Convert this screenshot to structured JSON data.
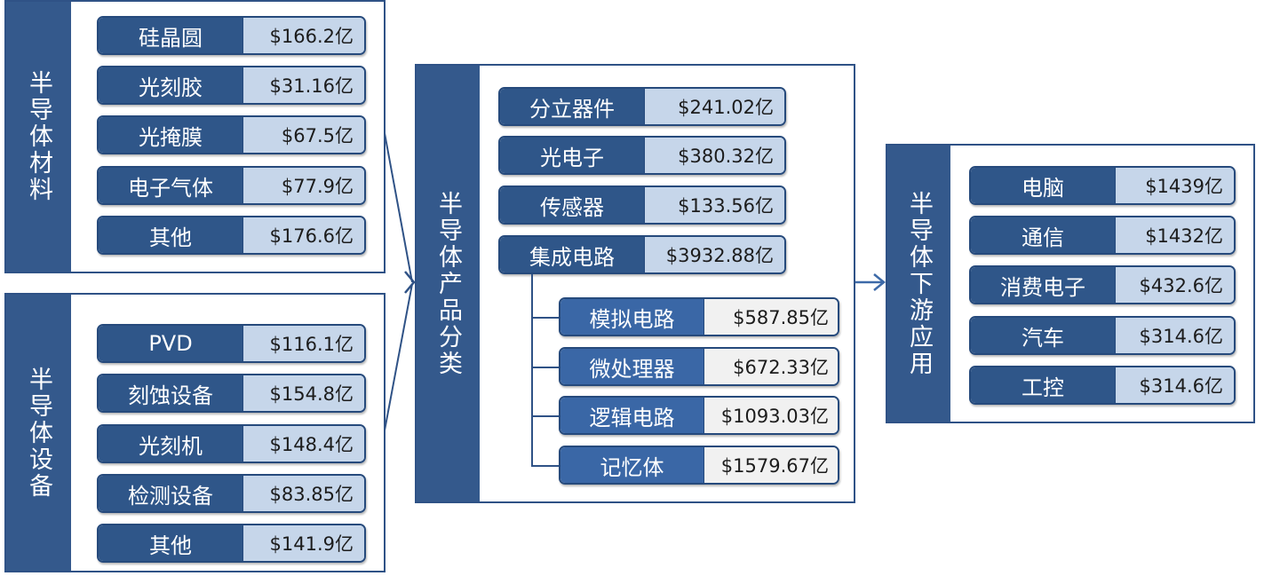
{
  "materials": {
    "title": "半导体材料",
    "items": [
      {
        "label": "硅晶圆",
        "value": "$166.2亿"
      },
      {
        "label": "光刻胶",
        "value": "$31.16亿"
      },
      {
        "label": "光掩膜",
        "value": "$67.5亿"
      },
      {
        "label": "电子气体",
        "value": "$77.9亿"
      },
      {
        "label": "其他",
        "value": "$176.6亿"
      }
    ]
  },
  "equipment": {
    "title": "半导体设备",
    "items": [
      {
        "label": "PVD",
        "value": "$116.1亿"
      },
      {
        "label": "刻蚀设备",
        "value": "$154.8亿"
      },
      {
        "label": "光刻机",
        "value": "$148.4亿"
      },
      {
        "label": "检测设备",
        "value": "$83.85亿"
      },
      {
        "label": "其他",
        "value": "$141.9亿"
      }
    ]
  },
  "products": {
    "title": "半导体产品分类",
    "items": [
      {
        "label": "分立器件",
        "value": "$241.02亿"
      },
      {
        "label": "光电子",
        "value": "$380.32亿"
      },
      {
        "label": "传感器",
        "value": "$133.56亿"
      },
      {
        "label": "集成电路",
        "value": "$3932.88亿"
      }
    ],
    "ic_items": [
      {
        "label": "模拟电路",
        "value": "$587.85亿"
      },
      {
        "label": "微处理器",
        "value": "$672.33亿"
      },
      {
        "label": "逻辑电路",
        "value": "$1093.03亿"
      },
      {
        "label": "记忆体",
        "value": "$1579.67亿"
      }
    ]
  },
  "downstream": {
    "title": "半导体下游应用",
    "items": [
      {
        "label": "电脑",
        "value": "$1439亿"
      },
      {
        "label": "通信",
        "value": "$1432亿"
      },
      {
        "label": "消费电子",
        "value": "$432.6亿"
      },
      {
        "label": "汽车",
        "value": "$314.6亿"
      },
      {
        "label": "工控",
        "value": "$314.6亿"
      }
    ]
  },
  "colors": {
    "sidebar": "#34598c",
    "label_bg": "#2f5689",
    "value_bg": "#c6d6ea",
    "sub_value_bg": "#f1f1f1",
    "connector": "#2f5286"
  }
}
